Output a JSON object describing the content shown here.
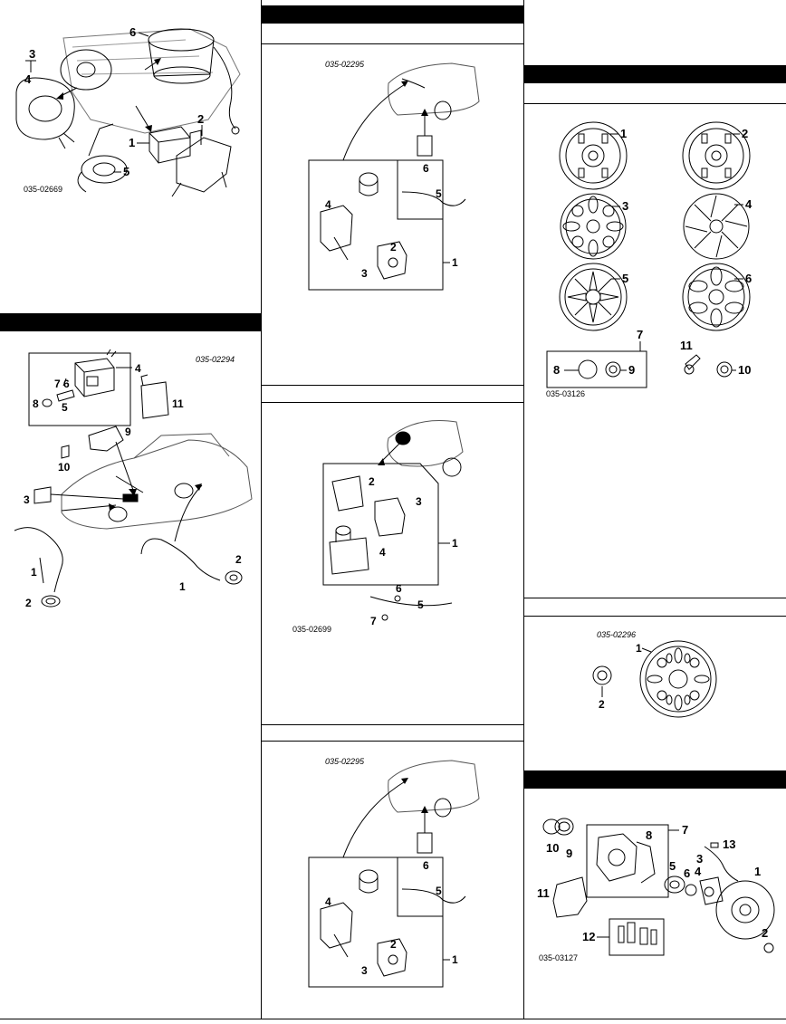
{
  "figures": {
    "airbag": {
      "id": "035-02669",
      "callouts": [
        "1",
        "2",
        "3",
        "4",
        "5",
        "6"
      ]
    },
    "abs": {
      "id": "035-02294",
      "callouts": [
        "1",
        "2",
        "3",
        "4",
        "5",
        "6",
        "7",
        "8",
        "9",
        "10",
        "11",
        "1",
        "2"
      ]
    },
    "headlight_leveling_a": {
      "id": "035-02295",
      "callouts": [
        "1",
        "2",
        "3",
        "4",
        "5",
        "6"
      ]
    },
    "headlight_leveling_b": {
      "id": "035-02699",
      "callouts": [
        "1",
        "2",
        "3",
        "4",
        "5",
        "6",
        "7"
      ]
    },
    "headlight_leveling_c": {
      "id": "035-02295",
      "callouts": [
        "1",
        "2",
        "3",
        "4",
        "5",
        "6"
      ]
    },
    "wheels": {
      "id": "035-03126",
      "callouts": [
        "1",
        "2",
        "3",
        "4",
        "5",
        "6",
        "7",
        "8",
        "9",
        "10",
        "11"
      ]
    },
    "alloy_wheel": {
      "id": "035-02296",
      "callouts": [
        "1",
        "2"
      ]
    },
    "brake": {
      "id": "035-03127",
      "callouts": [
        "1",
        "2",
        "3",
        "4",
        "5",
        "6",
        "7",
        "8",
        "9",
        "10",
        "11",
        "12",
        "13"
      ]
    }
  }
}
